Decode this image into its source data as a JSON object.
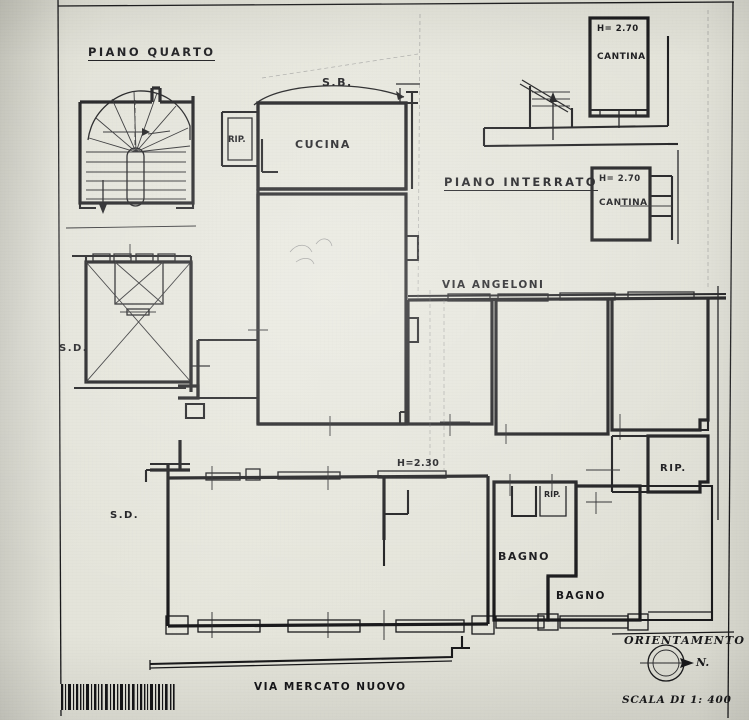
{
  "document": {
    "type": "architectural-floor-plan",
    "paper_color": "#e2e2d8",
    "ink_color": "#17171a"
  },
  "titles": {
    "floor_plan_title": "PIANO QUARTO",
    "basement_plan_title": "PIANO INTERRATO"
  },
  "rooms": {
    "cucina": "CUCINA",
    "rip_kitchen": "RIP.",
    "rip_right": "RIP.",
    "rip_small": "RIP.",
    "bagno_1": "BAGNO",
    "bagno_2": "BAGNO",
    "cantina_upper": "CANTINA",
    "cantina_lower": "CANTINA"
  },
  "heights": {
    "cantina_upper_h": "H= 2.70",
    "cantina_lower_h": "H= 2.70",
    "main_floor_h": "H=2.30"
  },
  "annotations": {
    "sb_top": "S.B.",
    "sd_left_upper": "S.D.",
    "sd_left_lower": "S.D."
  },
  "streets": {
    "via_angeloni": "VIA ANGELONI",
    "via_mercato_nuovo": "VIA MERCATO NUOVO"
  },
  "legend": {
    "orientation_label": "ORIENTAMENTO",
    "north_marker": "N.",
    "scale_label": "SCALA DI 1: 400"
  },
  "icons": {
    "compass": "compass-rose-icon",
    "stair_arrow": "stair-direction-arrow-icon",
    "barcode": "barcode-icon"
  }
}
